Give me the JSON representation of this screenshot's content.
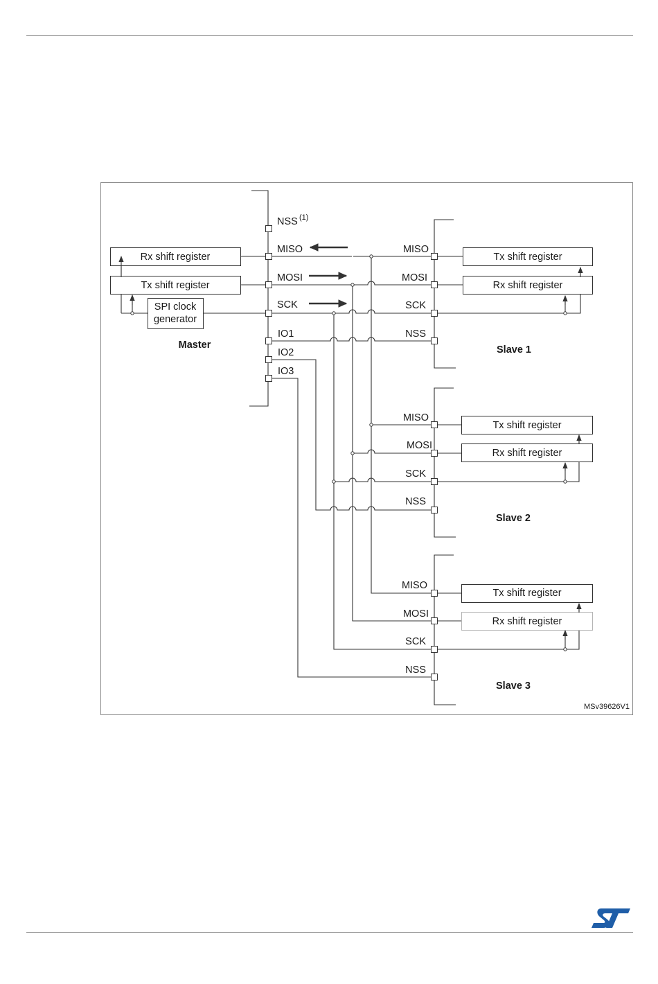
{
  "diagram": {
    "master": {
      "title": "Master",
      "rx_register": "Rx shift register",
      "tx_register": "Tx shift register",
      "clock_gen_line1": "SPI clock",
      "clock_gen_line2": "generator",
      "pins": {
        "nss": "NSS",
        "nss_note": "(1)",
        "miso": "MISO",
        "mosi": "MOSI",
        "sck": "SCK",
        "io1": "IO1",
        "io2": "IO2",
        "io3": "IO3"
      }
    },
    "slaves": [
      {
        "title": "Slave 1",
        "tx_register": "Tx shift register",
        "rx_register": "Rx shift register",
        "miso": "MISO",
        "mosi": "MOSI",
        "sck": "SCK",
        "nss": "NSS"
      },
      {
        "title": "Slave 2",
        "tx_register": "Tx shift register",
        "rx_register": "Rx shift register",
        "miso": "MISO",
        "mosi": "MOSI",
        "sck": "SCK",
        "nss": "NSS"
      },
      {
        "title": "Slave 3",
        "tx_register": "Tx shift register",
        "rx_register": "Rx shift register",
        "miso": "MISO",
        "mosi": "MOSI",
        "sck": "SCK",
        "nss": "NSS"
      }
    ],
    "figure_id": "MSv39626V1"
  },
  "colors": {
    "line": "#333333",
    "frame": "#8a8a8a",
    "logo": "#1f5ea8"
  }
}
